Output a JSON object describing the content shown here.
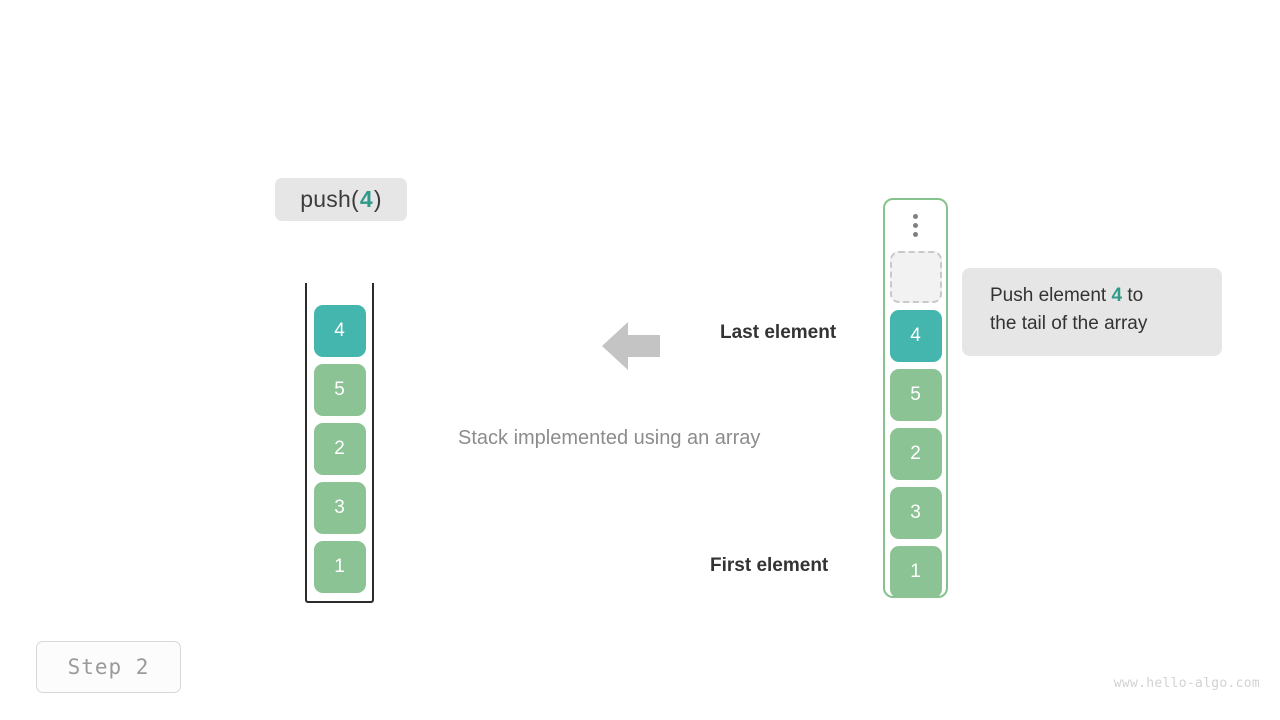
{
  "operation": {
    "prefix": "push(",
    "value": "4",
    "suffix": ")"
  },
  "stack": {
    "title": "Stack implemented using an array",
    "items": [
      {
        "value": "4",
        "style": "teal"
      },
      {
        "value": "5",
        "style": "green"
      },
      {
        "value": "2",
        "style": "green"
      },
      {
        "value": "3",
        "style": "green"
      },
      {
        "value": "1",
        "style": "green"
      }
    ]
  },
  "array": {
    "ellipsis_icon": "vertical-ellipsis-icon",
    "empty_slot_label": "",
    "items": [
      {
        "value": "4",
        "style": "teal"
      },
      {
        "value": "5",
        "style": "green"
      },
      {
        "value": "2",
        "style": "green"
      },
      {
        "value": "3",
        "style": "green"
      },
      {
        "value": "1",
        "style": "green"
      }
    ]
  },
  "annotations": {
    "last_element": "Last element",
    "first_element": "First element",
    "arrow_icon": "arrow-left-icon"
  },
  "tooltip": {
    "line1_prefix": "Push element ",
    "line1_accent": "4",
    "line1_suffix": " to",
    "line2": "the tail of the array"
  },
  "step": {
    "label": "Step  2"
  },
  "watermark": "www.hello-algo.com",
  "colors": {
    "accent_teal": "#2f9a8a",
    "element_teal": "#45b6ae",
    "element_green": "#8bc394",
    "array_border": "#86c28e",
    "label_bg": "#e6e6e6",
    "arrow_gray": "#c4c4c4",
    "caption_gray": "#8c8c8c"
  }
}
